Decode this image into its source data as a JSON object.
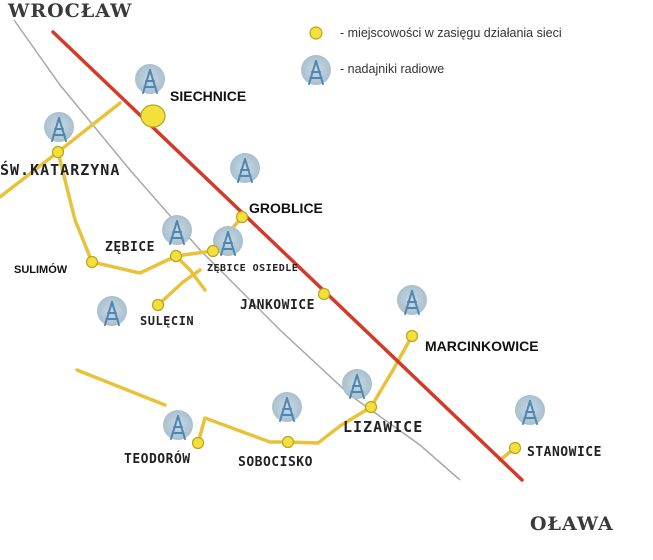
{
  "colors": {
    "rail": "#d43a2a",
    "road": "#e8c23a",
    "gray_line": "#a8a8a8",
    "town_dot": "#f4e03a",
    "town_dot_stroke": "#b9a41a",
    "antenna_glow": "#b9ccd8",
    "antenna": "#4e87b3"
  },
  "legend": {
    "towns": "- miejscowości w zasięgu działania sieci",
    "antennas": "- nadajniki radiowe"
  },
  "cities": {
    "wroclaw": "WROCŁAW",
    "olawa": "OŁAWA"
  },
  "places": {
    "siechnice": "SIECHNICE",
    "sw_katarzyna": "ŚW.KATARZYNA",
    "groblice": "GROBLICE",
    "zebice": "ZĘBICE",
    "zebice_osiedle": "ZĘBICE OSIEDLE",
    "sulimow": "SULIMÓW",
    "sulecin": "SULĘCIN",
    "jankowice": "JANKOWICE",
    "marcinkowice": "MARCINKOWICE",
    "lizawice": "LIZAWICE",
    "teodorow": "TEODORÓW",
    "sobocisko": "SOBOCISKO",
    "stanowice": "STANOWICE"
  }
}
